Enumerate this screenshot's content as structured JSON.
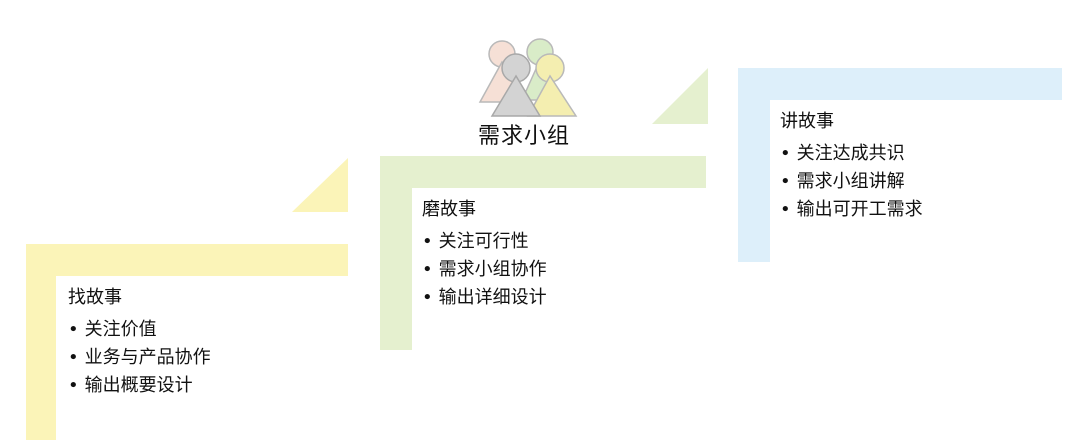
{
  "group": {
    "label": "需求小组",
    "icon": "people-group-icon"
  },
  "steps": [
    {
      "title": "找故事",
      "items": [
        "关注价值",
        "业务与产品协作",
        "输出概要设计"
      ],
      "color": "#fbf4b8"
    },
    {
      "title": "磨故事",
      "items": [
        "关注可行性",
        "需求小组协作",
        "输出详细设计"
      ],
      "color": "#e5f0cf"
    },
    {
      "title": "讲故事",
      "items": [
        "关注达成共识",
        "需求小组讲解",
        "输出可开工需求"
      ],
      "color": "#ddeffa"
    }
  ],
  "colors": {
    "person_left": "#f6e0d6",
    "person_center": "#d3d3d3",
    "person_right": "#f4eeb0",
    "person_back": "#d9ecc8"
  }
}
